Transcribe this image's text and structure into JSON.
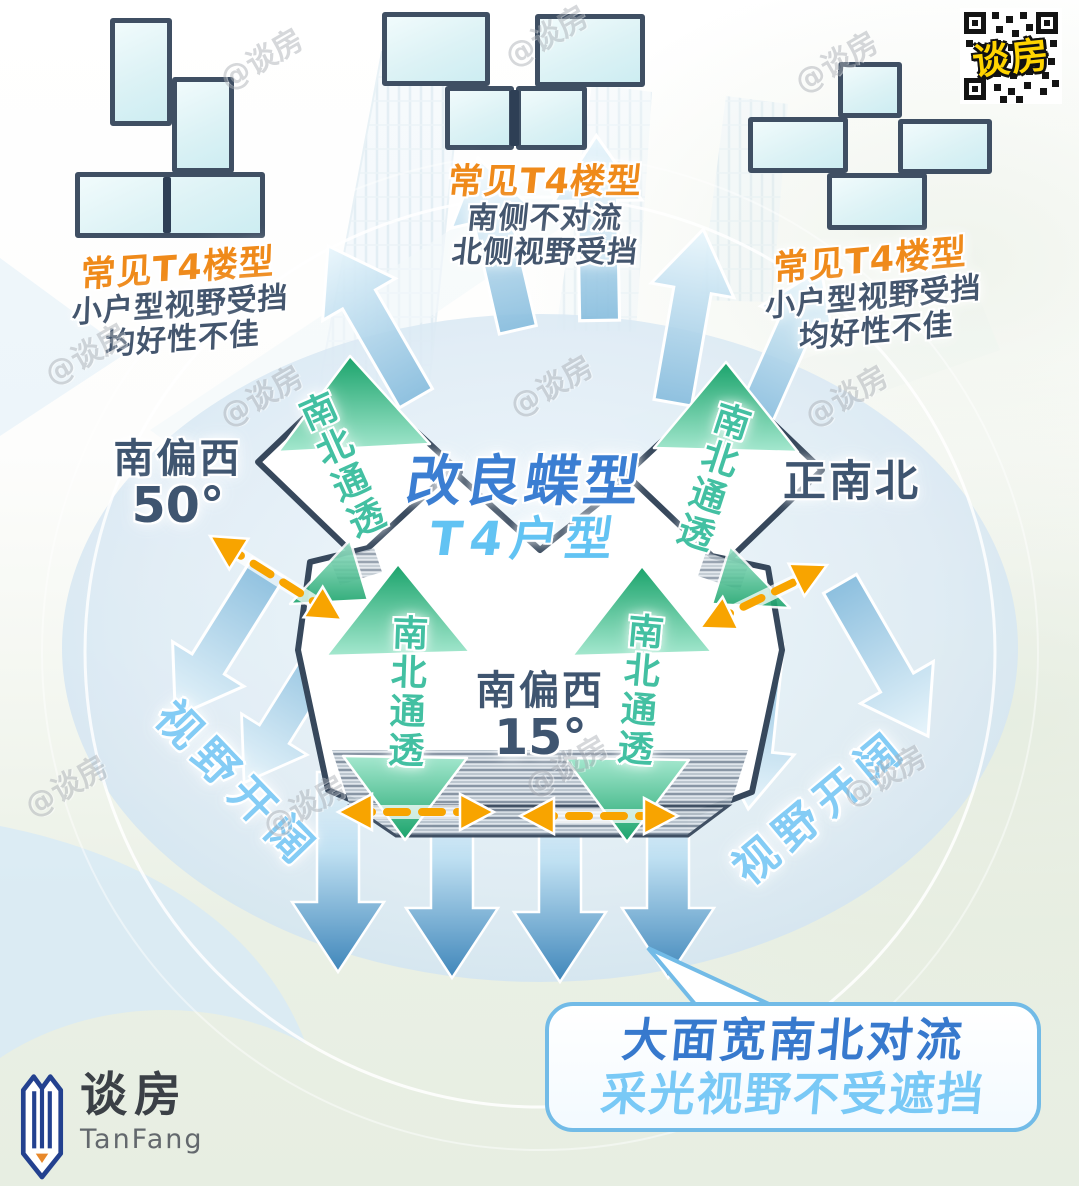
{
  "watermark": {
    "text": "@谈房"
  },
  "qr": {
    "label": "谈房"
  },
  "top_buildings": [
    {
      "title": "常见T4楼型",
      "line1": "小户型视野受挡",
      "line2": "均好性不佳"
    },
    {
      "title": "常见T4楼型",
      "line1": "南侧不对流",
      "line2": "北侧视野受挡"
    },
    {
      "title": "常见T4楼型",
      "line1": "小户型视野受挡",
      "line2": "均好性不佳"
    }
  ],
  "main": {
    "title1": "改良蝶型",
    "title2": "T4户型",
    "orient_left1": "南偏西",
    "orient_left2": "50°",
    "orient_right": "正南北",
    "orient_center1": "南偏西",
    "orient_center2": "15°",
    "ventilation_label": "南北通透",
    "view_label": "视野开阔"
  },
  "callout": {
    "line1": "大面宽南北对流",
    "line2": "采光视野不受遮挡"
  },
  "logo": {
    "cn": "谈房",
    "en": "TanFang"
  },
  "colors": {
    "label_orange": "#EF8A1A",
    "label_slate": "#44566E",
    "title_blue": "#3B7ED2",
    "title_sky": "#62C3F3",
    "teal_text": "#43C0A2",
    "view_blue": "#84CCF5",
    "green_arrow": "#1AA36B",
    "blue_arrow": "#8FC2E0",
    "orange_dash": "#F8A400",
    "building_outline": "#37485C",
    "bubble_border": "#72BBE7"
  }
}
